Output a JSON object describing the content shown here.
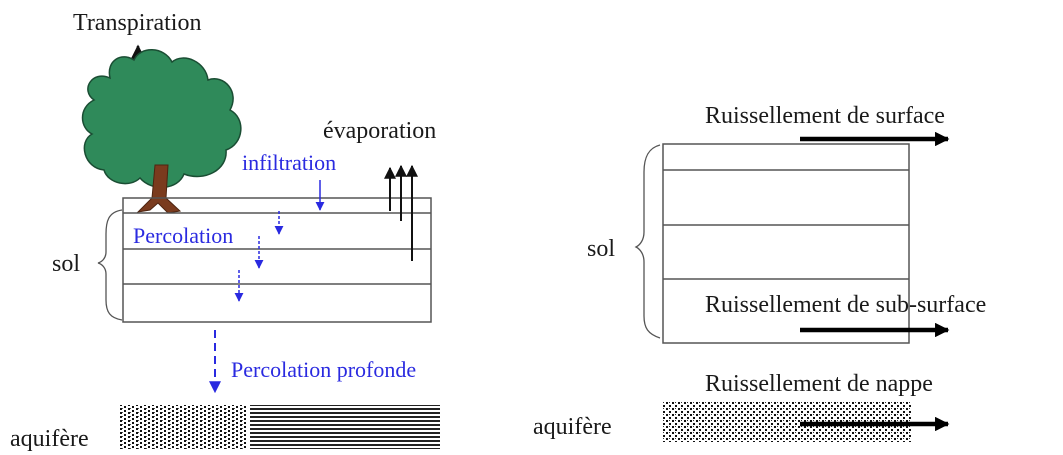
{
  "left": {
    "transpiration": "Transpiration",
    "evaporation": "évaporation",
    "infiltration": "infiltration",
    "percolation": "Percolation",
    "sol": "sol",
    "percolation_profonde": "Percolation profonde",
    "aquifere": "aquifère"
  },
  "right": {
    "ruissellement_surface": "Ruissellement de surface",
    "sol": "sol",
    "ruissellement_sub_surface": "Ruissellement de sub-surface",
    "ruissellement_nappe": "Ruissellement de nappe",
    "aquifere": "aquifère"
  },
  "colors": {
    "tree_canopy": "#2f8a5a",
    "tree_trunk": "#7a3b1e",
    "process_text": "#2a2ae0",
    "lines": "#111111"
  }
}
